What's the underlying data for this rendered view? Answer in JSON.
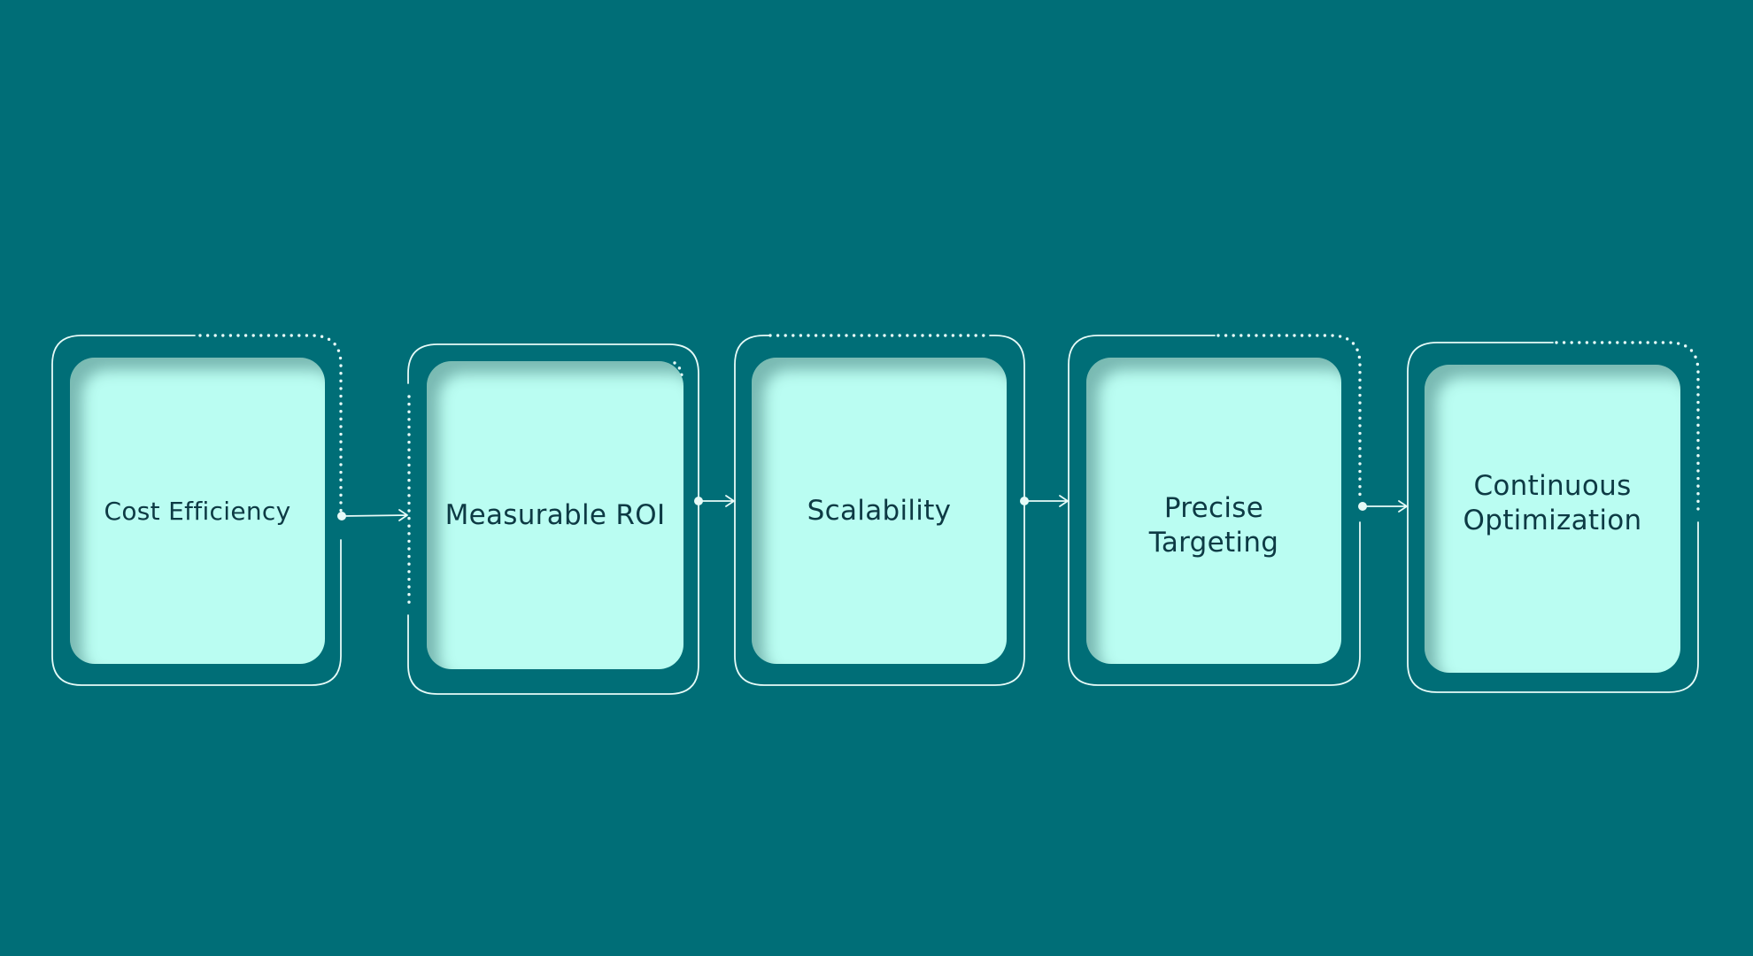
{
  "colors": {
    "background": "#006e77",
    "card_fill": "#bafdf2",
    "outline": "#e6fbf8",
    "label": "#0d3a44"
  },
  "stages": [
    {
      "label": "Cost Efficiency"
    },
    {
      "label": "Measurable ROI"
    },
    {
      "label": "Scalability"
    },
    {
      "label": "Precise\nTargeting"
    },
    {
      "label": "Continuous\nOptimization"
    }
  ]
}
